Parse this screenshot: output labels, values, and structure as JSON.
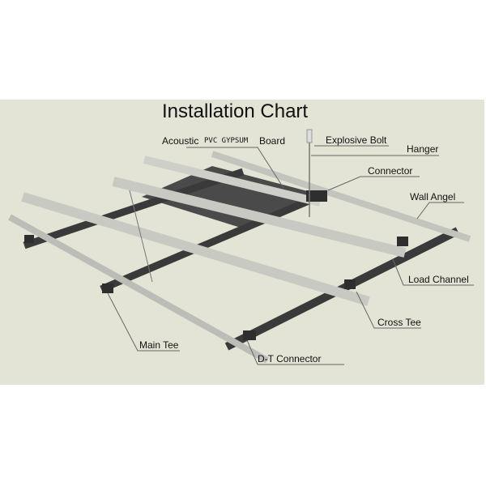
{
  "title": "Installation Chart",
  "labels": {
    "board_1": "Acoustic",
    "board_2": "PVC  GYPSUM",
    "board_3": "Board",
    "explosive_bolt": "Explosive Bolt",
    "hanger": "Hanger",
    "connector": "Connector",
    "wall_angel": "Wall Angel",
    "load_channel": "Load Channel",
    "cross_tee": "Cross Tee",
    "main_tee": "Main Tee",
    "dt_connector": "D-T Connector"
  },
  "colors": {
    "background": "#e3e4d6",
    "beam_light": "#c9c9c4",
    "beam_dark": "#3a3a3a",
    "board": "#4a4a4a"
  }
}
